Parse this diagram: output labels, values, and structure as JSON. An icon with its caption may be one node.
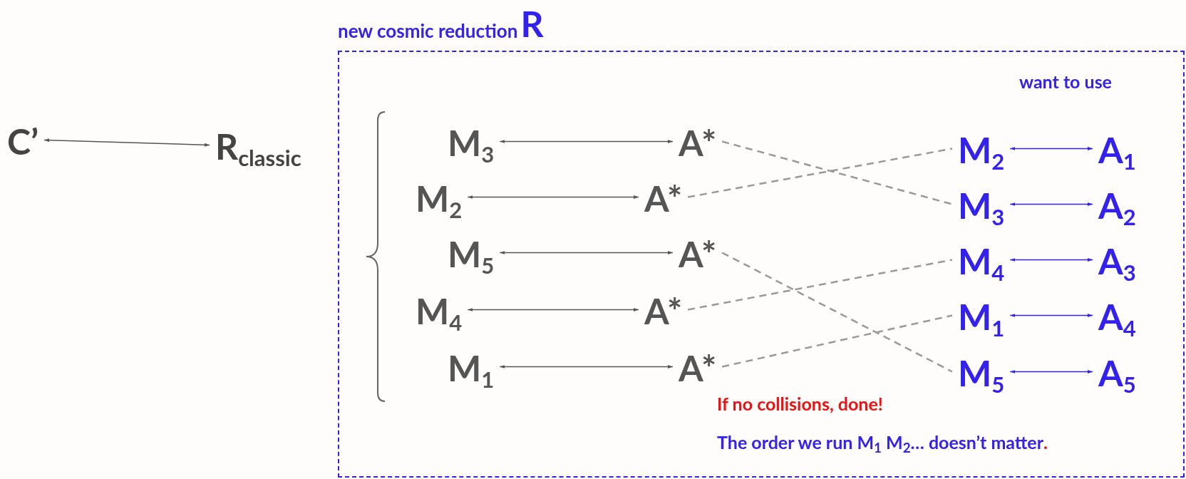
{
  "diagram": {
    "nodes": [
      {
        "text": [
          "C’"
        ]
      },
      {
        "text": [
          "R$_{classic}$"
        ]
      },
      {
        "text": [
          "new cosmic reduction",
          "R"
        ]
      },
      {
        "text": [
          "M$_{3}$"
        ],
        "in": 2
      },
      {
        "text": [
          "A*"
        ],
        "in": 2
      },
      {
        "text": [
          "M$_{2}$"
        ],
        "in": 2
      },
      {
        "text": [
          "A*"
        ],
        "in": 2
      },
      {
        "text": [
          "M$_{5}$"
        ],
        "in": 2
      },
      {
        "text": [
          "A*"
        ],
        "in": 2
      },
      {
        "text": [
          "M$_{4}$"
        ],
        "in": 2
      },
      {
        "text": [
          "A*"
        ],
        "in": 2
      },
      {
        "text": [
          "M$_{1}$"
        ],
        "in": 2
      },
      {
        "text": [
          "A*"
        ],
        "in": 2
      },
      {
        "text": [
          "M$_{2}$"
        ],
        "in": 2
      },
      {
        "text": [
          "A$_{1}$"
        ],
        "in": 2
      },
      {
        "text": [
          "M$_{3}$"
        ],
        "in": 2
      },
      {
        "text": [
          "A$_{2}$"
        ],
        "in": 2
      },
      {
        "text": [
          "M$_{4}$"
        ],
        "in": 2
      },
      {
        "text": [
          "A$_{3}$"
        ],
        "in": 2
      },
      {
        "text": [
          "M$_{1}$"
        ],
        "in": 2
      },
      {
        "text": [
          "A$_{4}$"
        ],
        "in": 2
      },
      {
        "text": [
          "M$_{5}$"
        ],
        "in": 2
      },
      {
        "text": [
          "A$_{5}$"
        ],
        "in": 2
      }
    ],
    "edges": [
      {
        "from": 0,
        "to": 1,
        "arrow": "both"
      },
      {
        "from": 3,
        "to": 4,
        "arrow": "both"
      },
      {
        "from": 5,
        "to": 6,
        "arrow": "both"
      },
      {
        "from": 7,
        "to": 8,
        "arrow": "both"
      },
      {
        "from": 9,
        "to": 10,
        "arrow": "both"
      },
      {
        "from": 11,
        "to": 12,
        "arrow": "both"
      },
      {
        "from": 13,
        "to": 14,
        "arrow": "both",
        "color": "#3322ee"
      },
      {
        "from": 15,
        "to": 16,
        "arrow": "both",
        "color": "#3322ee"
      },
      {
        "from": 17,
        "to": 18,
        "arrow": "both",
        "color": "#3322ee"
      },
      {
        "from": 19,
        "to": 20,
        "arrow": "both",
        "color": "#3322ee"
      },
      {
        "from": 21,
        "to": 22,
        "arrow": "both",
        "color": "#3322ee"
      },
      {
        "from": 4,
        "to": 15,
        "arrow": "none",
        "style": "dashed",
        "color": "#999999"
      },
      {
        "from": 6,
        "to": 13,
        "arrow": "none",
        "style": "dashed",
        "color": "#999999"
      },
      {
        "from": 8,
        "to": 21,
        "arrow": "none",
        "style": "dashed",
        "color": "#999999"
      },
      {
        "from": 10,
        "to": 17,
        "arrow": "none",
        "style": "dashed",
        "color": "#999999"
      },
      {
        "from": 12,
        "to": 19,
        "arrow": "none",
        "style": "dashed",
        "color": "#999999"
      }
    ],
    "labels": [
      "want to use",
      "If no collisions, done!",
      "The order we run M$_{1}$ M$_{2}$… doesn’t matter",
      "."
    ]
  }
}
